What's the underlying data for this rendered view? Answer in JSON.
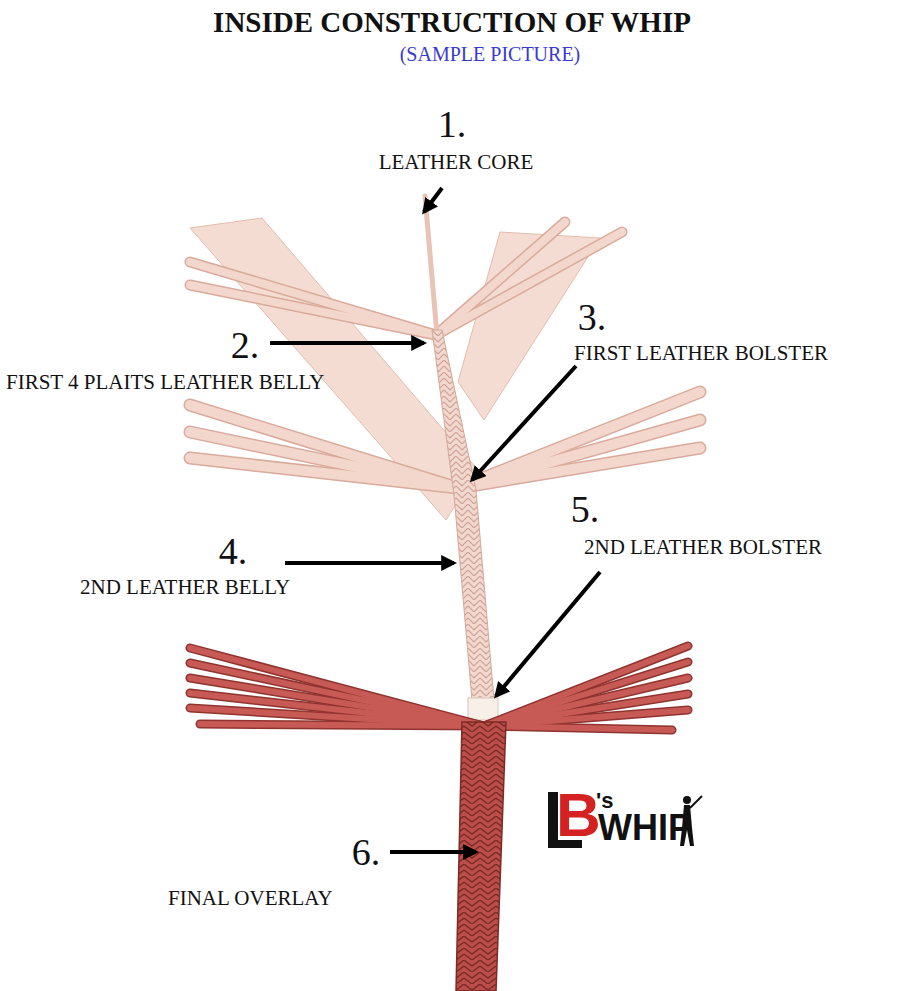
{
  "diagram": {
    "title": "INSIDE CONSTRUCTION OF WHIP",
    "labels": [
      "(SAMPLE PICTURE)",
      "1.",
      "LEATHER CORE",
      "2.",
      "FIRST 4 PLAITS LEATHER BELLY",
      "3.",
      "FIRST LEATHER BOLSTER",
      "4.",
      "2ND LEATHER BELLY",
      "5.",
      "2ND LEATHER BOLSTER",
      "6.",
      "FINAL OVERLAY",
      "B",
      "'s",
      "WHIP"
    ]
  }
}
